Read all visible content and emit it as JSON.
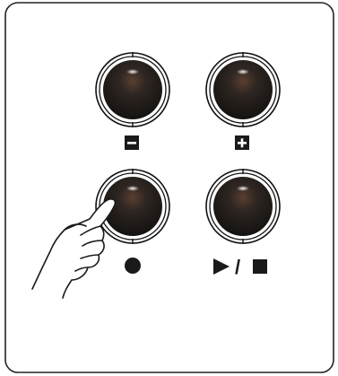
{
  "panel": {
    "background": "#ffffff",
    "border_color": "#222222"
  },
  "buttons": [
    {
      "id": "minus",
      "icon": "minus-icon"
    },
    {
      "id": "plus",
      "icon": "plus-icon"
    },
    {
      "id": "record",
      "icon": "record-dot-icon"
    },
    {
      "id": "play-stop",
      "icon": "play-stop-icon",
      "separator": "/"
    }
  ],
  "hand": {
    "icon": "pointing-hand-icon",
    "target": "record"
  },
  "colors": {
    "button_face": "#1c1a18",
    "button_highlight": "#5a3a2a",
    "ring": "#111111",
    "label": "#1a1a1a"
  }
}
